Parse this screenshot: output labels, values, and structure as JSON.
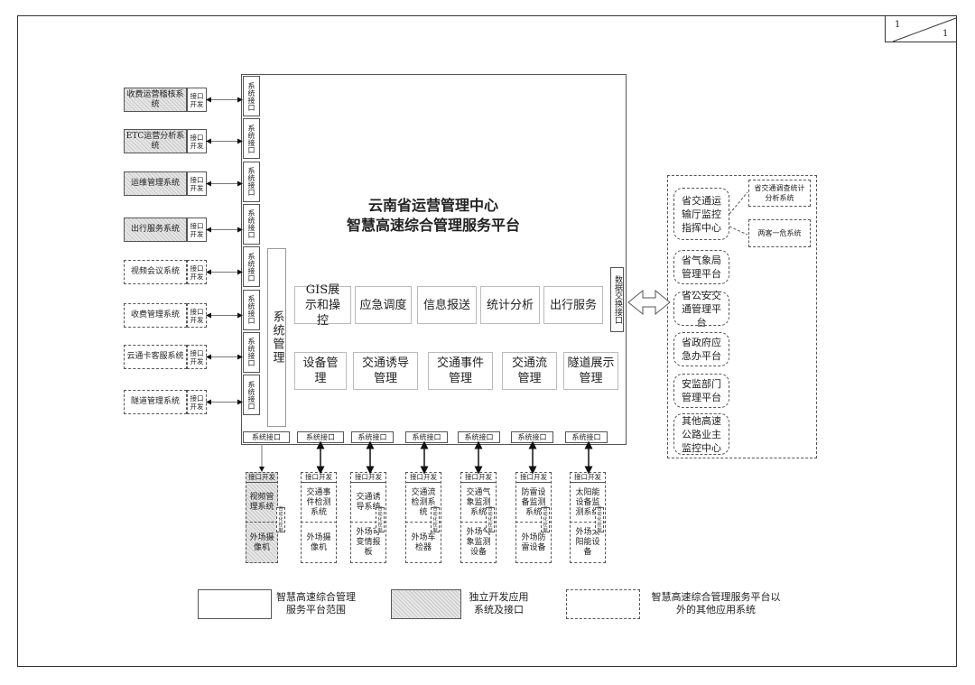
{
  "page": {
    "num_top": "1",
    "num_bottom": "1"
  },
  "title": {
    "line1": "云南省运营管理中心",
    "line2": "智慧高速综合管理服务平台"
  },
  "system_interface": "系统接口",
  "interface_dev": "接口开发",
  "interface_dev_short": "接口开发",
  "system_mgmt": "系统管理",
  "data_exchange": "数据交换接口",
  "modules_row1": [
    "GIS展示和操控",
    "应急调度",
    "信息报送",
    "统计分析",
    "出行服务"
  ],
  "modules_row2": [
    "设备管理",
    "交通诱导管理",
    "交通事件管理",
    "交通流管理",
    "隧道展示管理"
  ],
  "left_systems": [
    {
      "name": "收费运营稽核系统",
      "tag": "接口开发",
      "style": "hatch"
    },
    {
      "name": "ETC运营分析系统",
      "tag": "接口开发",
      "style": "hatch"
    },
    {
      "name": "运维管理系统",
      "tag": "接口开发",
      "style": "hatch"
    },
    {
      "name": "出行服务系统",
      "tag": "接口开发",
      "style": "hatch"
    },
    {
      "name": "视频会议系统",
      "tag": "接口开发",
      "style": "dash"
    },
    {
      "name": "收费管理系统",
      "tag": "接口开发",
      "style": "dash"
    },
    {
      "name": "云通卡客服系统",
      "tag": "接口开发",
      "style": "dash"
    },
    {
      "name": "隧道管理系统",
      "tag": "接口开发",
      "style": "dash"
    }
  ],
  "bottom_columns": [
    {
      "system": "视频管理系统",
      "field": "外场摄像机",
      "mini": ""
    },
    {
      "system": "交通事件检测系统",
      "field": "外场摄像机",
      "mini": ""
    },
    {
      "system": "交通诱导系统",
      "field": "外场可变情报板",
      "mini": "自动化控制"
    },
    {
      "system": "交通流检测系统",
      "field": "外场车检器",
      "mini": "自动化控制"
    },
    {
      "system": "交通气象监测系统",
      "field": "外场气象监测设备",
      "mini": "自动化控制"
    },
    {
      "system": "防雷设备监测系统",
      "field": "外场防雷设备",
      "mini": "自动化控制"
    },
    {
      "system": "太阳能设备监测系统",
      "field": "外场太阳能设备",
      "mini": "自动化控制"
    }
  ],
  "right_nodes": [
    "省交通运输厅监控指挥中心",
    "省气象局管理平台",
    "省公安交通管理平台",
    "省政府应急办平台",
    "安监部门管理平台",
    "其他高速公路业主监控中心"
  ],
  "right_small": [
    "省交通调查统计分析系统",
    "两客一危系统"
  ],
  "legend": [
    "智慧高速综合管理服务平台范围",
    "独立开发应用系统及接口",
    "智慧高速综合管理服务平台以外的其他应用系统"
  ]
}
